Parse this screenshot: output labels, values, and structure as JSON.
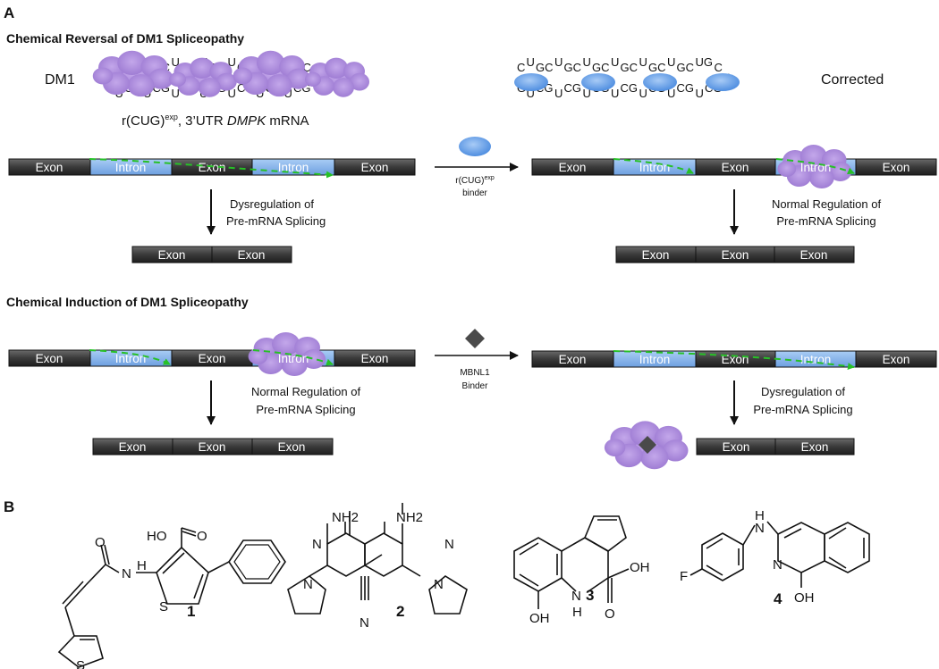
{
  "panel_a": {
    "label": "A",
    "reversal_title": "Chemical Reversal of DM1 Spliceopathy",
    "induction_title": "Chemical Induction of DM1 Spliceopathy",
    "dm1_label": "DM1",
    "corrected_label": "Corrected",
    "mrna_label": {
      "prefix": "r(CUG)",
      "sup": "exp",
      "mid": ", 3’UTR ",
      "gene": "DMPK",
      "suffix": " mRNA"
    },
    "rna_sequence_top": [
      "C",
      "U",
      "GC",
      "U",
      "GC",
      "U",
      "GC",
      "U",
      "GC",
      "U",
      "GC",
      "U",
      "GC",
      "UG",
      "C"
    ],
    "rna_sequence_bottom": [
      "G",
      "U",
      "CG",
      "U",
      "CG",
      "U",
      "CG",
      "U",
      "CG",
      "U",
      "CG",
      "U",
      "CG",
      "U",
      "CG"
    ],
    "rna_loop": "U",
    "exon": "Exon",
    "intron": "Intron",
    "cug_binder": {
      "prefix": "r(CUG)",
      "sup": "exp",
      "line2": "binder"
    },
    "mbnl1_binder": {
      "line1": "MBNL1",
      "line2": "Binder"
    },
    "dysregulation": [
      "Dysregulation of",
      "Pre-mRNA Splicing"
    ],
    "normal_regulation": [
      "Normal Regulation of",
      "Pre-mRNA Splicing"
    ],
    "colors": {
      "exon": "#3a3a3a",
      "intron": "#7fb0e8",
      "mbnl1": "#b392dc",
      "binder": "#6ea4e6",
      "splice_arrow": "#27c027",
      "small_molecule": "#4a4a4a"
    }
  },
  "panel_b": {
    "label": "B",
    "compounds": [
      {
        "number": "1",
        "atoms": [
          "HO",
          "O",
          "O",
          "N",
          "H",
          "S",
          "S"
        ]
      },
      {
        "number": "2",
        "atoms": [
          "NH2",
          "NH2",
          "N",
          "N",
          "N",
          "N",
          "N"
        ]
      },
      {
        "number": "3",
        "atoms": [
          "OH",
          "N",
          "H",
          "OH",
          "O"
        ]
      },
      {
        "number": "4",
        "atoms": [
          "H",
          "N",
          "N",
          "F",
          "OH"
        ]
      }
    ]
  }
}
